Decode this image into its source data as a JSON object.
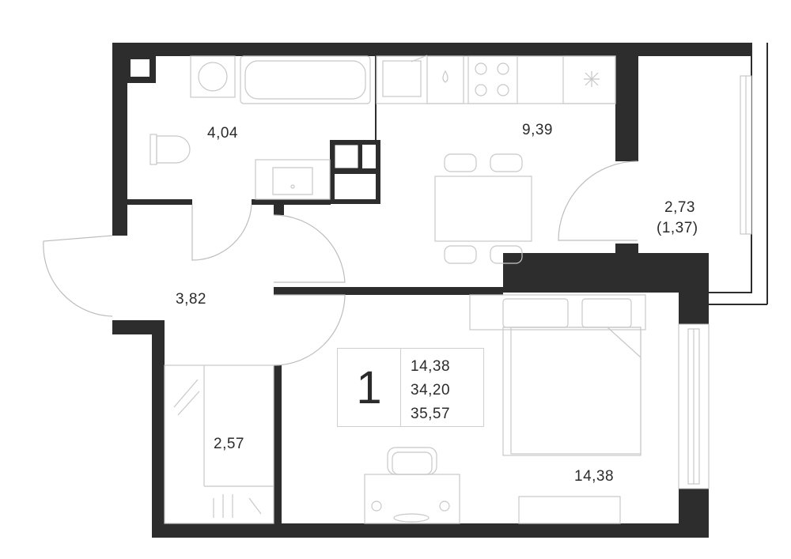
{
  "rooms": {
    "bathroom": "4,04",
    "kitchen": "9,39",
    "balcony_area": "2,73",
    "balcony_reduced": "(1,37)",
    "hallway": "3,82",
    "wardrobe": "2,57",
    "bedroom": "14,38"
  },
  "summary": {
    "room_count": "1",
    "living_area": "14,38",
    "total_area": "34,20",
    "total_with_balcony": "35,57"
  },
  "colors": {
    "wall": "#2d2d2d",
    "furniture_line": "#c8c8c8",
    "background": "#ffffff"
  }
}
